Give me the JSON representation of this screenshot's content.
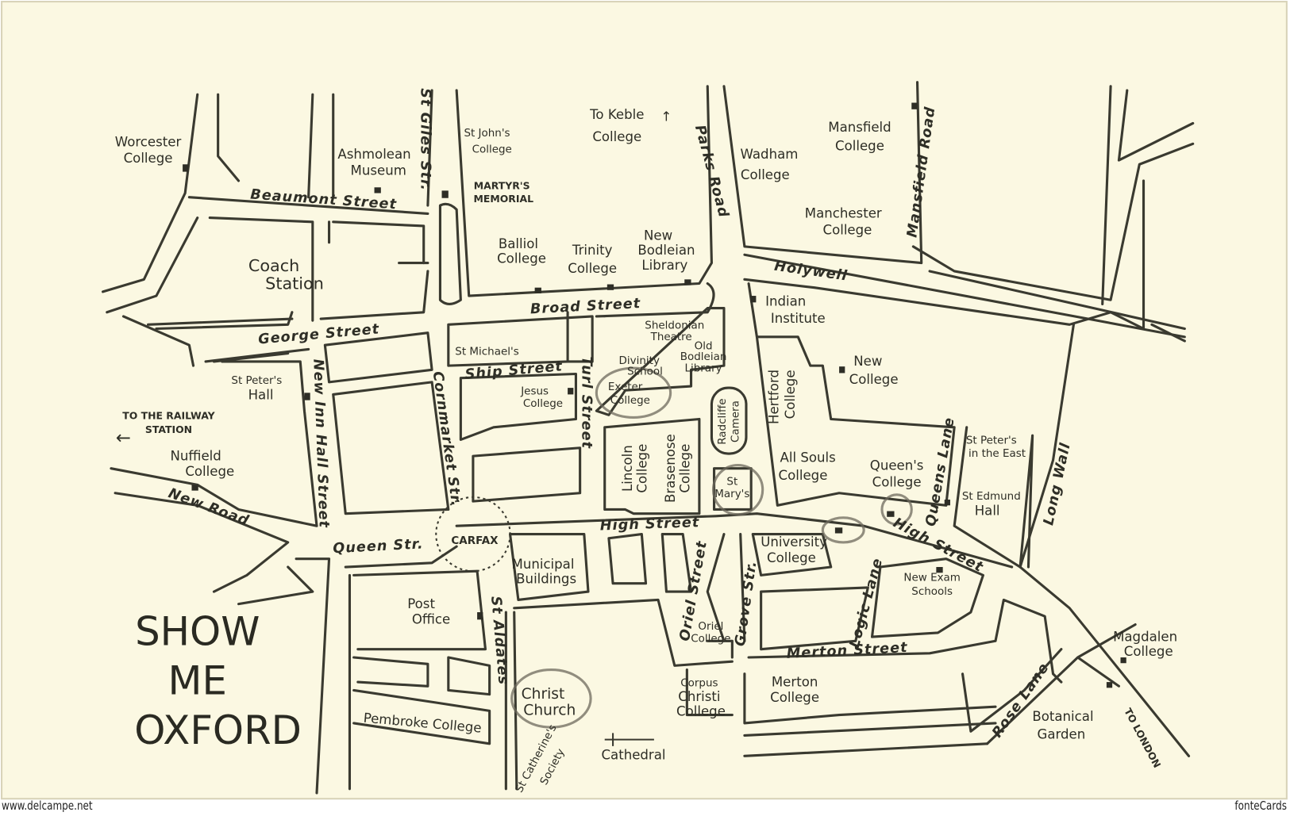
{
  "map": {
    "title": [
      "SHOW",
      "ME",
      "OXFORD"
    ],
    "colors": {
      "paper": "#fbf8e2",
      "ink": "#2e2e26"
    },
    "streets": {
      "st_giles": "St Giles Str.",
      "parks_road": "Parks Road",
      "mansfield_road": "Mansfield Road",
      "beaumont": "Beaumont Street",
      "holywell": "Holywell",
      "broad": "Broad Street",
      "george": "George Street",
      "ship": "Ship Street",
      "turl": "Turl Street",
      "new_inn_hall": "New Inn Hall Street",
      "cornmarket": "Cornmarket Str.",
      "new_road": "New Road",
      "queen": "Queen Str.",
      "high_west": "High Street",
      "high_east": "High Street",
      "queens_lane": "Queens Lane",
      "long_wall": "Long Wall",
      "logic_lane": "Logic Lane",
      "oriel_street": "Oriel Street",
      "grove": "Grove Str.",
      "st_aldates": "St Aldates",
      "merton_street": "Merton Street",
      "rose_lane": "Rose Lane"
    },
    "places": {
      "worcester": [
        "Worcester",
        "College"
      ],
      "ashmolean": [
        "Ashmolean",
        "Museum"
      ],
      "st_johns": [
        "St John's",
        "College"
      ],
      "martyrs": [
        "MARTYR'S",
        "MEMORIAL"
      ],
      "keble": [
        "To Keble",
        "College"
      ],
      "wadham": [
        "Wadham",
        "College"
      ],
      "mansfield": [
        "Mansfield",
        "College"
      ],
      "manchester": [
        "Manchester",
        "College"
      ],
      "coach": [
        "Coach",
        "Station"
      ],
      "balliol": [
        "Balliol",
        "College"
      ],
      "trinity": [
        "Trinity",
        "College"
      ],
      "new_bodleian": [
        "New",
        "Bodleian",
        "Library"
      ],
      "indian": [
        "Indian",
        "Institute"
      ],
      "sheldonian": [
        "Sheldonian",
        "Theatre"
      ],
      "st_michaels": [
        "St Michael's"
      ],
      "divinity": [
        "Divinity",
        "School"
      ],
      "old_bodleian": [
        "Old",
        "Bodleian",
        "Library"
      ],
      "exeter": [
        "Exeter",
        "College"
      ],
      "jesus": [
        "Jesus",
        "College"
      ],
      "st_peters_hall": [
        "St Peter's",
        "Hall"
      ],
      "railway": [
        "TO THE RAILWAY",
        "STATION"
      ],
      "nuffield": [
        "Nuffield",
        "College"
      ],
      "carfax": [
        "CARFAX"
      ],
      "radcliffe": [
        "Radcliffe",
        "Camera"
      ],
      "st_marys": [
        "St",
        "Mary's"
      ],
      "hertford": [
        "Hertford",
        "College"
      ],
      "lincoln": [
        "Lincoln",
        "College"
      ],
      "brasenose": [
        "Brasenose",
        "College"
      ],
      "new_college": [
        "New",
        "College"
      ],
      "all_souls": [
        "All Souls",
        "College"
      ],
      "queens": [
        "Queen's",
        "College"
      ],
      "st_peters_east": [
        "St Peter's",
        "in the East"
      ],
      "st_edmund": [
        "St Edmund",
        "Hall"
      ],
      "municipal": [
        "Municipal",
        "Buildings"
      ],
      "university": [
        "University",
        "College"
      ],
      "new_exam": [
        "New Exam",
        "Schools"
      ],
      "oriel": [
        "Oriel",
        "College"
      ],
      "post_office": [
        "Post",
        "Office"
      ],
      "magdalen": [
        "Magdalen",
        "College"
      ],
      "merton": [
        "Merton",
        "College"
      ],
      "corpus": [
        "Corpus",
        "Christi",
        "College"
      ],
      "christ_church": [
        "Christ",
        "Church"
      ],
      "pembroke": [
        "Pembroke College"
      ],
      "st_catherines": [
        "St Catherine's",
        "Society"
      ],
      "cathedral": [
        "Cathedral"
      ],
      "botanical": [
        "Botanical",
        "Garden"
      ],
      "london": [
        "TO LONDON"
      ]
    }
  },
  "watermarks": {
    "left": "www.delcampe.net",
    "right": "fonteCards"
  }
}
